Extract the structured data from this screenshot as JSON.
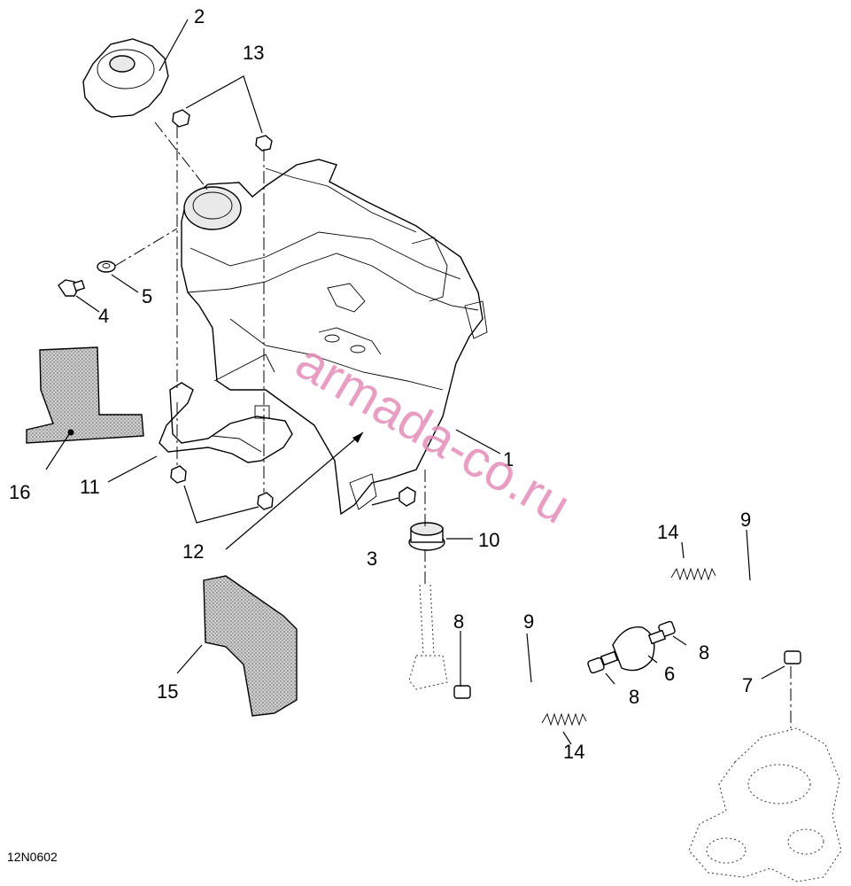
{
  "diagram": {
    "drawing_code": "12N0602",
    "watermark": "armada-co.ru",
    "callouts": [
      {
        "id": "1",
        "label": "1"
      },
      {
        "id": "2",
        "label": "2"
      },
      {
        "id": "3",
        "label": "3"
      },
      {
        "id": "4",
        "label": "4"
      },
      {
        "id": "5",
        "label": "5"
      },
      {
        "id": "6",
        "label": "6"
      },
      {
        "id": "7",
        "label": "7"
      },
      {
        "id": "8a",
        "label": "8"
      },
      {
        "id": "8b",
        "label": "8"
      },
      {
        "id": "8c",
        "label": "8"
      },
      {
        "id": "9a",
        "label": "9"
      },
      {
        "id": "9b",
        "label": "9"
      },
      {
        "id": "10",
        "label": "10"
      },
      {
        "id": "11",
        "label": "11"
      },
      {
        "id": "12",
        "label": "12"
      },
      {
        "id": "13",
        "label": "13"
      },
      {
        "id": "14a",
        "label": "14"
      },
      {
        "id": "14b",
        "label": "14"
      },
      {
        "id": "15",
        "label": "15"
      },
      {
        "id": "16",
        "label": "16"
      }
    ]
  }
}
